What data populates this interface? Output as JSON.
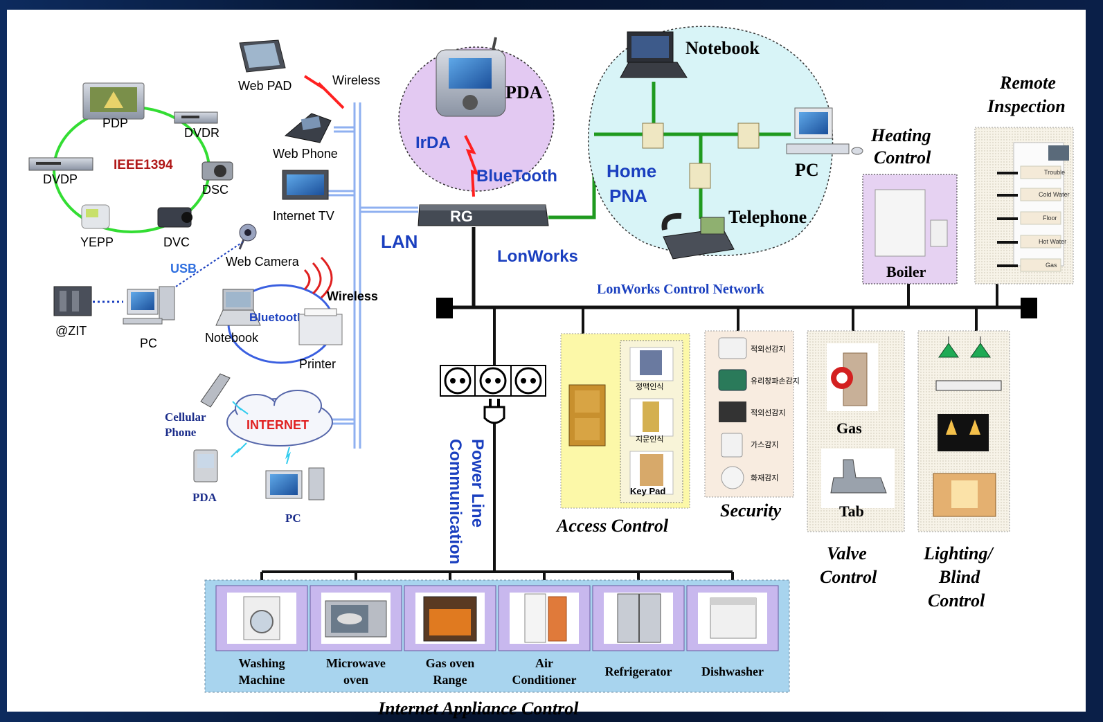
{
  "left_network": {
    "ieee_ring": [
      "PDP",
      "DVDR",
      "DSC",
      "DVC",
      "YEPP",
      "DVDP"
    ],
    "ieee_label": "IEEE1394",
    "web_pad": "Web PAD",
    "wireless_1": "Wireless",
    "web_phone": "Web Phone",
    "internet_tv": "Internet TV",
    "usb": "USB",
    "web_camera": "Web Camera",
    "zit": "@ZIT",
    "pc": "PC",
    "notebook": "Notebook",
    "bluetooth": "Bluetooth",
    "wireless_2": "Wireless",
    "printer": "Printer",
    "cellular_phone": "Cellular Phone",
    "internet": "INTERNET",
    "pda": "PDA",
    "pc2": "PC",
    "lan": "LAN"
  },
  "gateway": {
    "pda": "PDA",
    "irda": "IrDA",
    "bluetooth": "BlueTooth",
    "rg": "RG",
    "lonworks": "LonWorks"
  },
  "home_pna": {
    "label_line1": "Home",
    "label_line2": "PNA",
    "notebook": "Notebook",
    "pc": "PC",
    "telephone": "Telephone"
  },
  "control": {
    "network": "LonWorks Control Network",
    "heating_line1": "Heating",
    "heating_line2": "Control",
    "boiler": "Boiler",
    "remote_line1": "Remote",
    "remote_line2": "Inspection",
    "remote_items": [
      "Trouble",
      "Cold Water",
      "Floor",
      "Hot Water",
      "Gas"
    ],
    "access": "Access Control",
    "access_items": [
      "정맥인식",
      "지문인식",
      "Key Pad"
    ],
    "security": "Security",
    "security_items": [
      "적외선감지",
      "유리창파손감지",
      "적외선감지",
      "가스감지",
      "화재감지"
    ],
    "gas": "Gas",
    "tab": "Tab",
    "valve_line1": "Valve",
    "valve_line2": "Control",
    "lighting_line1": "Lighting/",
    "lighting_line2": "Blind",
    "lighting_line3": "Control"
  },
  "powerline": {
    "line1": "Power Line",
    "line2": "Communication"
  },
  "appliances": {
    "title": "Internet Appliance Control",
    "items": [
      {
        "l1": "Washing",
        "l2": "Machine"
      },
      {
        "l1": "Microwave",
        "l2": "oven"
      },
      {
        "l1": "Gas oven",
        "l2": "Range"
      },
      {
        "l1": "Air",
        "l2": "Conditioner"
      },
      {
        "l1": "Refrigerator",
        "l2": ""
      },
      {
        "l1": "Dishwasher",
        "l2": ""
      }
    ]
  }
}
